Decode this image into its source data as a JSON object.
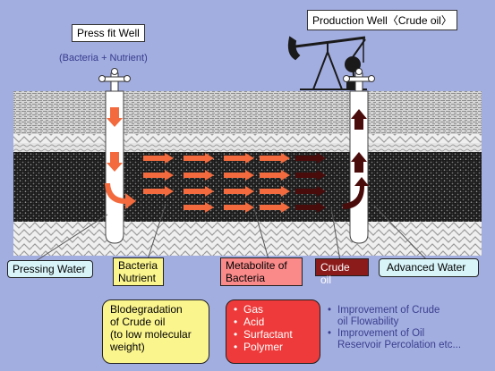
{
  "injection_well": {
    "title": "Press fit Well",
    "subtitle": "(Bacteria + Nutrient)"
  },
  "production_well": {
    "title": "Production Well〈Crude oil〉"
  },
  "labels": {
    "pressing_water": "Pressing Water",
    "bacteria_nutrient_1": "Bacteria",
    "bacteria_nutrient_2": "Nutrient",
    "metabolite_1": "Metabolite of",
    "metabolite_2": "Bacteria",
    "crude_oil": "Crude oil",
    "advanced_water": "Advanced Water"
  },
  "biodegradation": {
    "lines": [
      "Blodegradation",
      "of Crude oil",
      "(to low molecular",
      "weight)"
    ]
  },
  "metabolites": [
    "Gas",
    "Acid",
    "Surfactant",
    "Polymer"
  ],
  "improvements": [
    [
      "Improvement of Crude",
      "oil Flowability"
    ],
    [
      "Improvement of Oil",
      "Reservoir Percolation etc..."
    ]
  ],
  "colors": {
    "background": "#a3aee0",
    "bacteria_box": "#fbf58e",
    "metabolite_box": "#fa8a8a",
    "metabolite_list_box": "#ee3a3a",
    "crude_oil_box": "#8b1a1a",
    "water_box": "#d8f4f8",
    "arrow_orange": "#f26a3d",
    "arrow_dark": "#4a0b0b"
  }
}
